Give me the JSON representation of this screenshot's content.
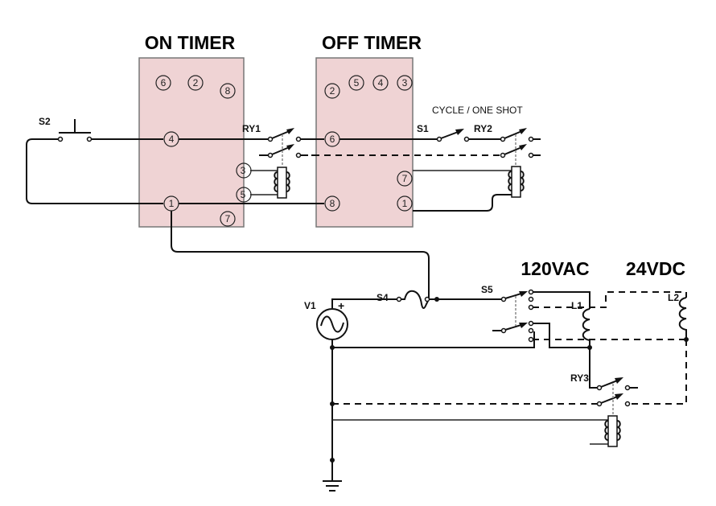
{
  "diagram": {
    "titles": {
      "on_timer": "ON TIMER",
      "off_timer": "OFF TIMER",
      "ac_section": "120VAC",
      "dc_section": "24VDC"
    },
    "note": "CYCLE / ONE SHOT",
    "colors": {
      "timer_fill": "#efd3d4",
      "timer_border": "#777777",
      "wire": "#111111"
    },
    "on_timer": {
      "pins": [
        "6",
        "2",
        "8",
        "4",
        "3",
        "5",
        "1",
        "7"
      ]
    },
    "off_timer": {
      "pins": [
        "2",
        "5",
        "4",
        "3",
        "6",
        "7",
        "8",
        "1"
      ]
    },
    "components": {
      "s2": "S2",
      "ry1": "RY1",
      "s1": "S1",
      "ry2": "RY2",
      "v1": "V1",
      "v1_polarity": "+",
      "s4": "S4",
      "s5": "S5",
      "l1": "L1",
      "l2": "L2",
      "ry3": "RY3"
    }
  }
}
